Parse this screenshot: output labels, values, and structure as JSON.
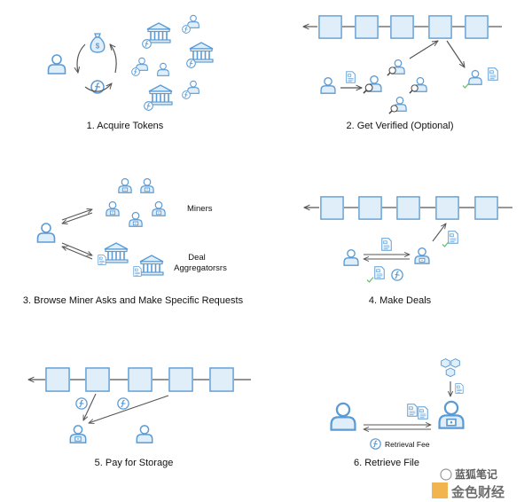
{
  "colors": {
    "stroke": "#5b9bd5",
    "fill": "#dfeef9",
    "line": "#666666",
    "check": "#6fbf73"
  },
  "steps": [
    {
      "caption": "1. Acquire Tokens"
    },
    {
      "caption": "2. Get Verified (Optional)"
    },
    {
      "caption": "3. Browse Miner Asks and Make Specific Requests",
      "miners_label": "Miners",
      "deal_label": "Deal",
      "aggregators_label": "Aggregatorsrs"
    },
    {
      "caption": "4. Make Deals"
    },
    {
      "caption": "5. Pay for Storage"
    },
    {
      "caption": "6. Retrieve File",
      "fee_label": "Retrieval Fee"
    }
  ],
  "watermark": {
    "line1": "蓝狐笔记",
    "line2": "金色财经"
  },
  "icons": [
    "user-icon",
    "bank-icon",
    "filecoin-coin-icon",
    "money-bag-icon",
    "document-icon",
    "magnifier-icon",
    "check-icon",
    "block-icon",
    "cubes-icon",
    "miner-icon"
  ]
}
